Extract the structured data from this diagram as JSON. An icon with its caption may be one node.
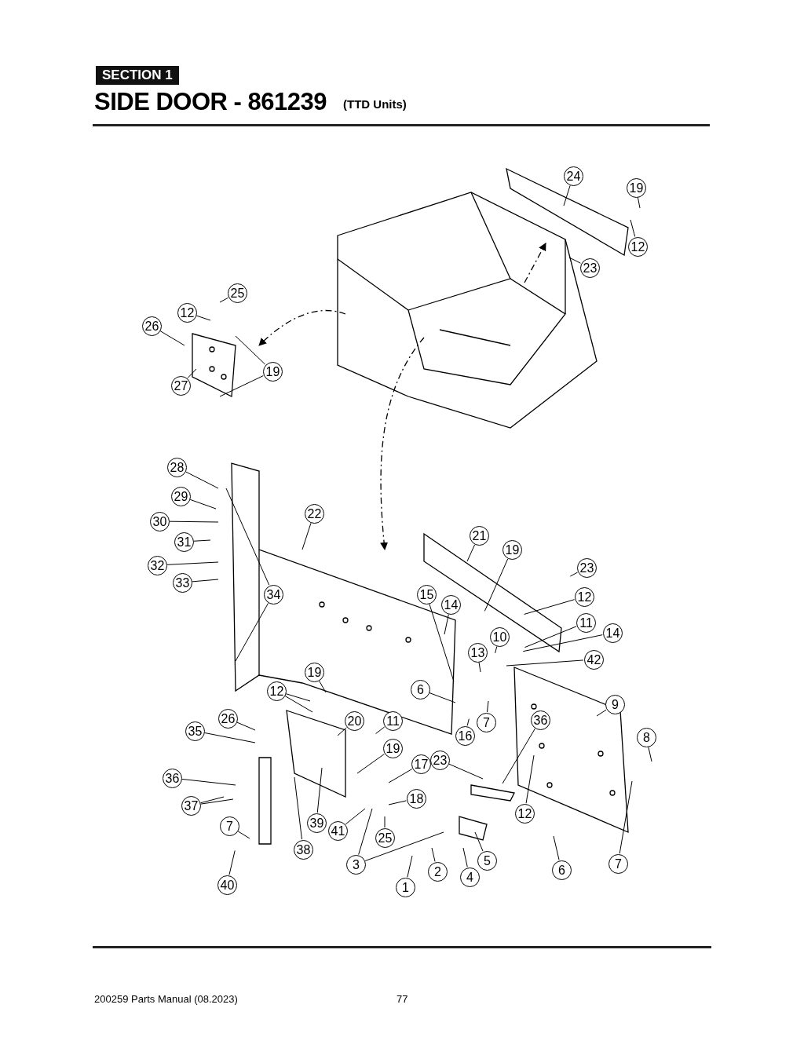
{
  "diagram": {
    "title": "SIDE DOOR - 861239",
    "nodes": [
      {
        "text": [
          "24"
        ]
      },
      {
        "text": [
          "19"
        ]
      },
      {
        "text": [
          "12"
        ]
      },
      {
        "text": [
          "23"
        ]
      },
      {
        "text": [
          "25"
        ]
      },
      {
        "text": [
          "12"
        ]
      },
      {
        "text": [
          "26"
        ]
      },
      {
        "text": [
          "19"
        ]
      },
      {
        "text": [
          "27"
        ]
      },
      {
        "text": [
          "28"
        ]
      },
      {
        "text": [
          "29"
        ]
      },
      {
        "text": [
          "30"
        ]
      },
      {
        "text": [
          "31"
        ]
      },
      {
        "text": [
          "32"
        ]
      },
      {
        "text": [
          "33"
        ]
      },
      {
        "text": [
          "34"
        ]
      },
      {
        "text": [
          "22"
        ]
      },
      {
        "text": [
          "21"
        ]
      },
      {
        "text": [
          "19"
        ]
      },
      {
        "text": [
          "23"
        ]
      },
      {
        "text": [
          "15"
        ]
      },
      {
        "text": [
          "14"
        ]
      },
      {
        "text": [
          "12"
        ]
      },
      {
        "text": [
          "11"
        ]
      },
      {
        "text": [
          "14"
        ]
      },
      {
        "text": [
          "10"
        ]
      },
      {
        "text": [
          "13"
        ]
      },
      {
        "text": [
          "42"
        ]
      },
      {
        "text": [
          "19"
        ]
      },
      {
        "text": [
          "12"
        ]
      },
      {
        "text": [
          "6"
        ]
      },
      {
        "text": [
          "9"
        ]
      },
      {
        "text": [
          "26"
        ]
      },
      {
        "text": [
          "20"
        ]
      },
      {
        "text": [
          "11"
        ]
      },
      {
        "text": [
          "36"
        ]
      },
      {
        "text": [
          "16"
        ]
      },
      {
        "text": [
          "7"
        ]
      },
      {
        "text": [
          "35"
        ]
      },
      {
        "text": [
          "8"
        ]
      },
      {
        "text": [
          "19"
        ]
      },
      {
        "text": [
          "17"
        ]
      },
      {
        "text": [
          "23"
        ]
      },
      {
        "text": [
          "36"
        ]
      },
      {
        "text": [
          "18"
        ]
      },
      {
        "text": [
          "37"
        ]
      },
      {
        "text": [
          "12"
        ]
      },
      {
        "text": [
          "39"
        ]
      },
      {
        "text": [
          "41"
        ]
      },
      {
        "text": [
          "7"
        ]
      },
      {
        "text": [
          "25"
        ]
      },
      {
        "text": [
          "38"
        ]
      },
      {
        "text": [
          "5"
        ]
      },
      {
        "text": [
          "3"
        ]
      },
      {
        "text": [
          "6"
        ]
      },
      {
        "text": [
          "7"
        ]
      },
      {
        "text": [
          "2"
        ]
      },
      {
        "text": [
          "4"
        ]
      },
      {
        "text": [
          "1"
        ]
      },
      {
        "text": [
          "40"
        ]
      }
    ],
    "edges": [
      {
        "from": 0,
        "to": null,
        "arrow": "none"
      },
      {
        "from": 1,
        "to": null,
        "arrow": "none"
      },
      {
        "from": 2,
        "to": null,
        "arrow": "none"
      },
      {
        "from": 3,
        "to": null,
        "arrow": "none"
      },
      {
        "from": 4,
        "to": null,
        "arrow": "none"
      },
      {
        "from": 5,
        "to": null,
        "arrow": "none"
      },
      {
        "from": 6,
        "to": null,
        "arrow": "none"
      },
      {
        "from": 7,
        "to": null,
        "arrow": "none"
      },
      {
        "from": 7,
        "to": null,
        "arrow": "none"
      },
      {
        "from": 8,
        "to": null,
        "arrow": "none"
      },
      {
        "from": 9,
        "to": null,
        "arrow": "none"
      },
      {
        "from": 10,
        "to": null,
        "arrow": "none"
      },
      {
        "from": 11,
        "to": null,
        "arrow": "none"
      },
      {
        "from": 12,
        "to": null,
        "arrow": "none"
      },
      {
        "from": 13,
        "to": null,
        "arrow": "none"
      },
      {
        "from": 14,
        "to": null,
        "arrow": "none"
      },
      {
        "from": 15,
        "to": null,
        "arrow": "none"
      },
      {
        "from": 15,
        "to": null,
        "arrow": "none"
      },
      {
        "from": 16,
        "to": null,
        "arrow": "none"
      },
      {
        "from": 17,
        "to": null,
        "arrow": "none"
      },
      {
        "from": 18,
        "to": null,
        "arrow": "none"
      },
      {
        "from": 19,
        "to": null,
        "arrow": "none"
      },
      {
        "from": 20,
        "to": null,
        "arrow": "none"
      },
      {
        "from": 21,
        "to": null,
        "arrow": "none"
      },
      {
        "from": 22,
        "to": null,
        "arrow": "none"
      },
      {
        "from": 23,
        "to": null,
        "arrow": "none"
      },
      {
        "from": 24,
        "to": null,
        "arrow": "none"
      },
      {
        "from": 25,
        "to": null,
        "arrow": "none"
      },
      {
        "from": 26,
        "to": null,
        "arrow": "none"
      },
      {
        "from": 27,
        "to": null,
        "arrow": "none"
      },
      {
        "from": 28,
        "to": null,
        "arrow": "none"
      },
      {
        "from": 29,
        "to": null,
        "arrow": "none"
      },
      {
        "from": 29,
        "to": null,
        "arrow": "none"
      },
      {
        "from": 30,
        "to": null,
        "arrow": "none"
      },
      {
        "from": 31,
        "to": null,
        "arrow": "none"
      },
      {
        "from": 32,
        "to": null,
        "arrow": "none"
      },
      {
        "from": 33,
        "to": null,
        "arrow": "none"
      },
      {
        "from": 34,
        "to": null,
        "arrow": "none"
      },
      {
        "from": 35,
        "to": null,
        "arrow": "none"
      },
      {
        "from": 36,
        "to": null,
        "arrow": "none"
      },
      {
        "from": 37,
        "to": null,
        "arrow": "none"
      },
      {
        "from": 38,
        "to": null,
        "arrow": "none"
      },
      {
        "from": 39,
        "to": null,
        "arrow": "none"
      },
      {
        "from": 40,
        "to": null,
        "arrow": "none"
      },
      {
        "from": 41,
        "to": null,
        "arrow": "none"
      },
      {
        "from": 42,
        "to": null,
        "arrow": "none"
      },
      {
        "from": 43,
        "to": null,
        "arrow": "none"
      },
      {
        "from": 44,
        "to": null,
        "arrow": "none"
      },
      {
        "from": 45,
        "to": null,
        "arrow": "none"
      },
      {
        "from": 45,
        "to": null,
        "arrow": "none"
      },
      {
        "from": 46,
        "to": null,
        "arrow": "none"
      },
      {
        "from": 47,
        "to": null,
        "arrow": "none"
      },
      {
        "from": 48,
        "to": null,
        "arrow": "none"
      },
      {
        "from": 49,
        "to": null,
        "arrow": "none"
      },
      {
        "from": 50,
        "to": null,
        "arrow": "none"
      },
      {
        "from": 51,
        "to": null,
        "arrow": "none"
      },
      {
        "from": 52,
        "to": null,
        "arrow": "none"
      },
      {
        "from": 53,
        "to": null,
        "arrow": "none"
      },
      {
        "from": 53,
        "to": null,
        "arrow": "none"
      },
      {
        "from": 54,
        "to": null,
        "arrow": "none"
      },
      {
        "from": 55,
        "to": null,
        "arrow": "none"
      },
      {
        "from": 56,
        "to": null,
        "arrow": "none"
      },
      {
        "from": 57,
        "to": null,
        "arrow": "none"
      },
      {
        "from": 58,
        "to": null,
        "arrow": "none"
      },
      {
        "from": 59,
        "to": null,
        "arrow": "none"
      }
    ],
    "labels": [
      "SECTION 1",
      "(TTD Units)",
      "200259 Parts Manual (08.2023)",
      "77"
    ]
  }
}
